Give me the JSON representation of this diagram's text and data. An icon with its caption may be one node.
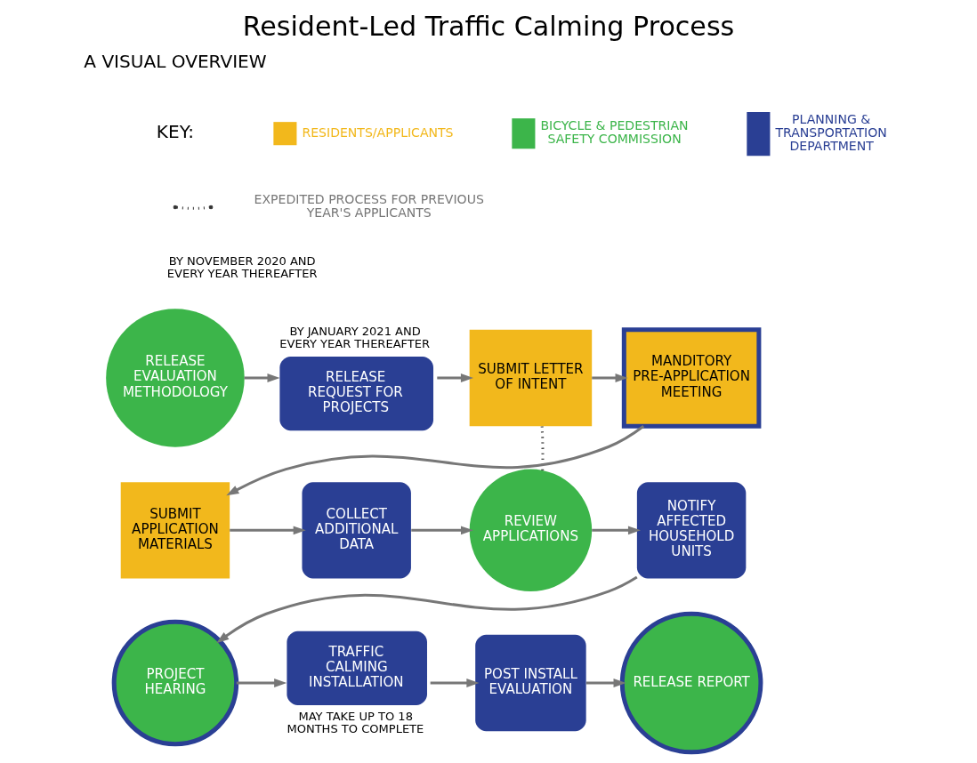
{
  "diagram": {
    "title": "Resident-Led Traffic Calming Process",
    "nodes": [
      {
        "text": [
          "RELEASE EVALUATION METHODOLOGY"
        ],
        "beside": [
          "BY NOVEMBER 2020 AND EVERY YEAR THEREAFTER"
        ]
      },
      {
        "text": [
          "RELEASE REQUEST FOR PROJECTS"
        ],
        "beside": [
          "BY JANUARY 2021 AND EVERY YEAR THEREAFTER"
        ]
      },
      {
        "text": [
          "SUBMIT LETTER OF INTENT"
        ]
      },
      {
        "text": [
          "MANDITORY PRE-APPLICATION MEETING"
        ]
      },
      {
        "text": [
          "SUBMIT APPLICATION MATERIALS"
        ]
      },
      {
        "text": [
          "COLLECT ADDITIONAL DATA"
        ]
      },
      {
        "text": [
          "REVIEW APPLICATIONS"
        ]
      },
      {
        "text": [
          "NOTIFY AFFECTED HOUSEHOLD UNITS"
        ]
      },
      {
        "text": [
          "PROJECT HEARING"
        ]
      },
      {
        "text": [
          "TRAFFIC CALMING INSTALLATION"
        ],
        "beside": [
          "MAY TAKE UP TO 18 MONTHS TO COMPLETE"
        ]
      },
      {
        "text": [
          "POST INSTALL EVALUATION"
        ]
      },
      {
        "text": [
          "RELEASE REPORT"
        ]
      }
    ],
    "edges": [
      {
        "from": 0,
        "to": 1,
        "arrow": "to"
      },
      {
        "from": 1,
        "to": 2,
        "arrow": "to"
      },
      {
        "from": 2,
        "to": 3,
        "arrow": "to"
      },
      {
        "from": 3,
        "to": 4,
        "arrow": "to"
      },
      {
        "from": 2,
        "to": 6,
        "arrow": "none",
        "style": "dashed",
        "color": "#111111"
      },
      {
        "from": 4,
        "to": 5,
        "arrow": "to"
      },
      {
        "from": 5,
        "to": 6,
        "arrow": "to"
      },
      {
        "from": 6,
        "to": 7,
        "arrow": "to"
      },
      {
        "from": 7,
        "to": 8,
        "arrow": "to"
      },
      {
        "from": 8,
        "to": 9,
        "arrow": "to"
      },
      {
        "from": 9,
        "to": 10,
        "arrow": "to"
      },
      {
        "from": 10,
        "to": 11,
        "arrow": "to"
      }
    ],
    "labels": [
      "A VISUAL OVERVIEW",
      "KEY:"
    ],
    "legend": [
      {
        "text": "RESIDENTS/APPLICANTS",
        "color": "#f2b81c"
      },
      {
        "text": "BICYCLE & PEDESTRIAN SAFETY COMMISSION",
        "color": "#3cb54a"
      },
      {
        "text": "PLANNING & TRANSPORTATION DEPARTMENT",
        "color": "#2a3f94"
      },
      {
        "text": "EXPEDITED PROCESS FOR PREVIOUS YEAR'S APPLICANTS"
      }
    ]
  }
}
